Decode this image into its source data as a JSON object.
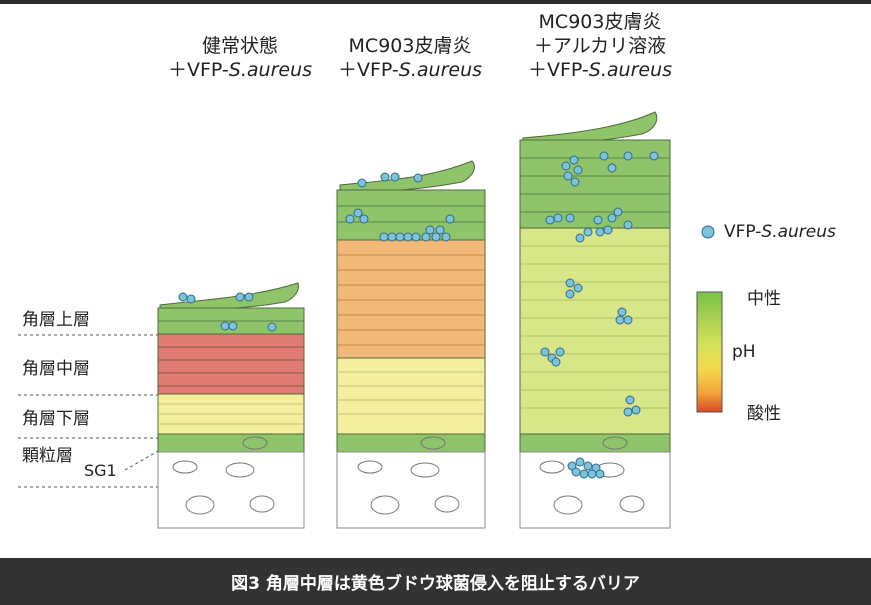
{
  "columns": [
    {
      "title_line1": "健常状態",
      "title_line2_prefix": "＋VFP-",
      "title_line2_italic": "S.aureus"
    },
    {
      "title_line1": "MC903皮膚炎",
      "title_line2_prefix": "＋VFP-",
      "title_line2_italic": "S.aureus"
    },
    {
      "title_line1": "MC903皮膚炎",
      "title_line2": "＋アルカリ溶液",
      "title_line3_prefix": "＋VFP-",
      "title_line3_italic": "S.aureus"
    }
  ],
  "layers": {
    "stratum_corneum_upper": "角層上層",
    "stratum_corneum_middle": "角層中層",
    "stratum_corneum_lower": "角層下層",
    "stratum_granulosum": "顆粒層",
    "sg1": "SG1"
  },
  "legend": {
    "bacteria_prefix": "VFP-",
    "bacteria_italic": "S.aureus",
    "ph_neutral": "中性",
    "ph_label": "pH",
    "ph_acidic": "酸性"
  },
  "colors": {
    "neutral_green": "#8fc46a",
    "middle_red": "#e07b73",
    "orange": "#f2b877",
    "yellow": "#f4ef9c",
    "yellow_green": "#d8e689",
    "bacteria": "#7ec3dc",
    "caption_bg": "#333333"
  },
  "caption": "図3 角層中層は黄色ブドウ球菌侵入を阻止するバリア"
}
